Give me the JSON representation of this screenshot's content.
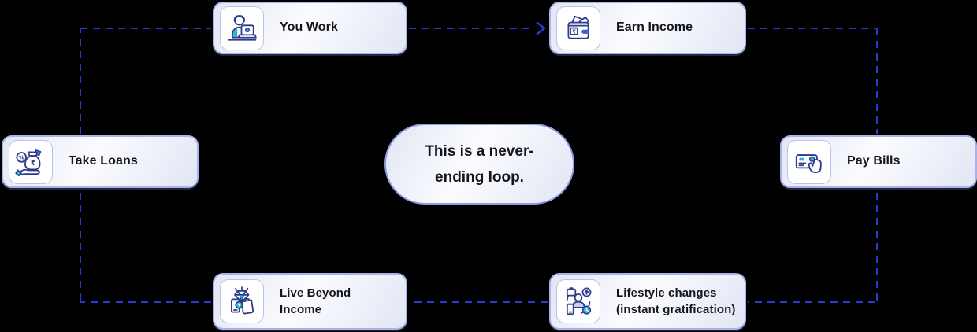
{
  "colors": {
    "background": "#000000",
    "connector": "#2939d2",
    "box_border": "#a8b3e8",
    "box_bg_light": "#fbfcff",
    "box_bg_shade": "#e2e6f4",
    "pill_border": "#8e9de2",
    "text": "#15151c",
    "icon_navy": "#2e3a8c",
    "icon_cyan": "#2fb4d9",
    "icon_blue": "#2f63d6",
    "tile_bg": "#ffffff",
    "tile_border": "#b9c2ea"
  },
  "center_note": {
    "line1": "This is a never-",
    "line2": "ending loop."
  },
  "nodes": {
    "you_work": {
      "label": "You Work",
      "icon": "person-laptop-icon"
    },
    "earn_income": {
      "label": "Earn Income",
      "icon": "wallet-rupee-icon"
    },
    "pay_bills": {
      "label": "Pay Bills",
      "icon": "hand-credit-card-icon"
    },
    "lifestyle_changes": {
      "line1": "Lifestyle changes",
      "line2": "(instant gratification)",
      "icon": "lifestyle-upgrade-icon"
    },
    "live_beyond_income": {
      "line1": "Live Beyond",
      "line2": "Income",
      "icon": "diamond-shopping-bag-icon"
    },
    "take_loans": {
      "label": "Take Loans",
      "icon": "hand-money-bag-icon"
    }
  },
  "connections": [
    {
      "from": "You Work",
      "to": "Earn Income",
      "arrow": true
    },
    {
      "from": "Earn Income",
      "to": "Pay Bills",
      "arrow": false
    },
    {
      "from": "Pay Bills",
      "to": "Lifestyle changes (instant gratification)",
      "arrow": false
    },
    {
      "from": "Lifestyle changes (instant gratification)",
      "to": "Live Beyond Income",
      "arrow": false
    },
    {
      "from": "Live Beyond Income",
      "to": "Take Loans",
      "arrow": false
    },
    {
      "from": "Take Loans",
      "to": "You Work",
      "arrow": false
    }
  ]
}
